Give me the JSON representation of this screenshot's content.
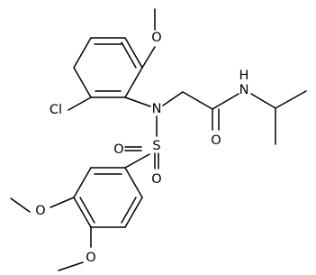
{
  "structure": {
    "atoms": {
      "chlorine": "Cl",
      "nitrogen_sulfonamide": "N",
      "sulfur": "S",
      "oxygen_sulfonyl_left": "O",
      "oxygen_sulfonyl_right": "O",
      "oxygen_methoxy_top": "O",
      "oxygen_carbonyl": "O",
      "nitrogen_amide": "N",
      "hydrogen_amide": "H",
      "oxygen_methoxy_ring_4": "O",
      "oxygen_methoxy_ring_3": "O"
    }
  }
}
